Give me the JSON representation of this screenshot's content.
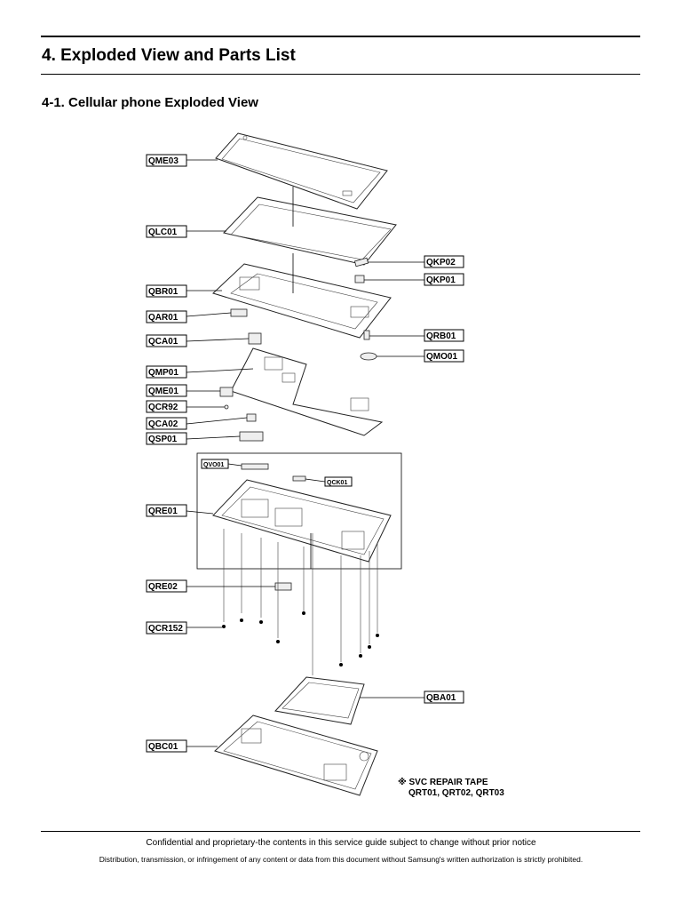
{
  "header": {
    "title": "4. Exploded View and Parts List",
    "subtitle": "4-1. Cellular phone Exploded View"
  },
  "labels": {
    "QME03": "QME03",
    "QLC01": "QLC01",
    "QKP02": "QKP02",
    "QKP01": "QKP01",
    "QBR01": "QBR01",
    "QAR01": "QAR01",
    "QRB01": "QRB01",
    "QCA01": "QCA01",
    "QMO01": "QMO01",
    "QMP01": "QMP01",
    "QME01": "QME01",
    "QCR92": "QCR92",
    "QCA02": "QCA02",
    "QSP01": "QSP01",
    "QVO01": "QVO01",
    "QCK01": "QCK01",
    "QRE01": "QRE01",
    "QRE02": "QRE02",
    "QCR152": "QCR152",
    "QBA01": "QBA01",
    "QBC01": "QBC01"
  },
  "note": {
    "line1": "※ SVC REPAIR TAPE",
    "line2": "QRT01, QRT02, QRT03"
  },
  "footer": {
    "line1": "Confidential and proprietary-the contents in this service guide subject to change without prior notice",
    "line2": "Distribution, transmission, or infringement of any content or data from this document without Samsung's written authorization is strictly prohibited."
  }
}
